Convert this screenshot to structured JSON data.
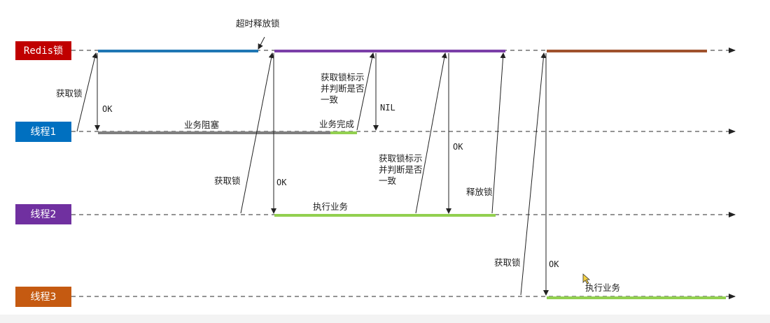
{
  "colors": {
    "redis": "#c00000",
    "thread1": "#0070c0",
    "thread2": "#7030a0",
    "thread3": "#c55a11",
    "blue_bar": "#1f77b4",
    "purple_bar": "#7b3fa8",
    "brown_bar": "#a0522d",
    "gray_bar": "#7f7f7f",
    "green_bar": "#92d050"
  },
  "lanes": {
    "redis": "Redis锁",
    "thread1": "线程1",
    "thread2": "线程2",
    "thread3": "线程3"
  },
  "annotations": {
    "timeout_release": "超时释放锁",
    "t1_acquire": "获取锁",
    "t1_ok": "OK",
    "t1_blocked": "业务阻塞",
    "t1_check_line1": "获取锁标示",
    "t1_check_line2": "并判断是否",
    "t1_check_line3": "一致",
    "t1_nil": "NIL",
    "t1_done": "业务完成",
    "t2_acquire": "获取锁",
    "t2_ok": "OK",
    "t2_exec": "执行业务",
    "t2_check_line1": "获取锁标示",
    "t2_check_line2": "并判断是否",
    "t2_check_line3": "一致",
    "t2_check_ok": "OK",
    "t2_release": "释放锁",
    "t3_acquire": "获取锁",
    "t3_ok": "OK",
    "t3_exec": "执行业务"
  }
}
